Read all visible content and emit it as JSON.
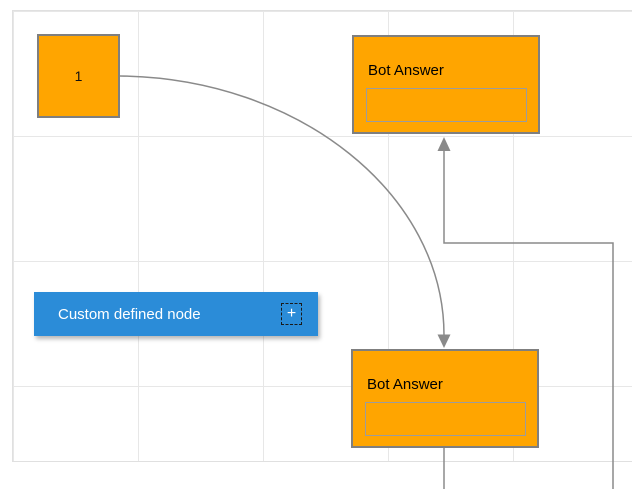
{
  "diagram": {
    "nodes": {
      "start": {
        "label": "1"
      },
      "bot_answer_top": {
        "title": "Bot Answer",
        "input_value": "",
        "input_placeholder": ""
      },
      "bot_answer_bottom": {
        "title": "Bot Answer",
        "input_value": "",
        "input_placeholder": ""
      },
      "custom": {
        "label": "Custom defined node",
        "add_icon": "+"
      }
    },
    "colors": {
      "orange_node_fill": "#FFA500",
      "blue_node_fill": "#2B8CD8",
      "node_border": "#7F7F7F",
      "input_border": "#9C9C9C",
      "connector": "#8A8A8A",
      "grid_line": "#E7E7E7",
      "canvas_border": "#E0E0E0"
    }
  }
}
